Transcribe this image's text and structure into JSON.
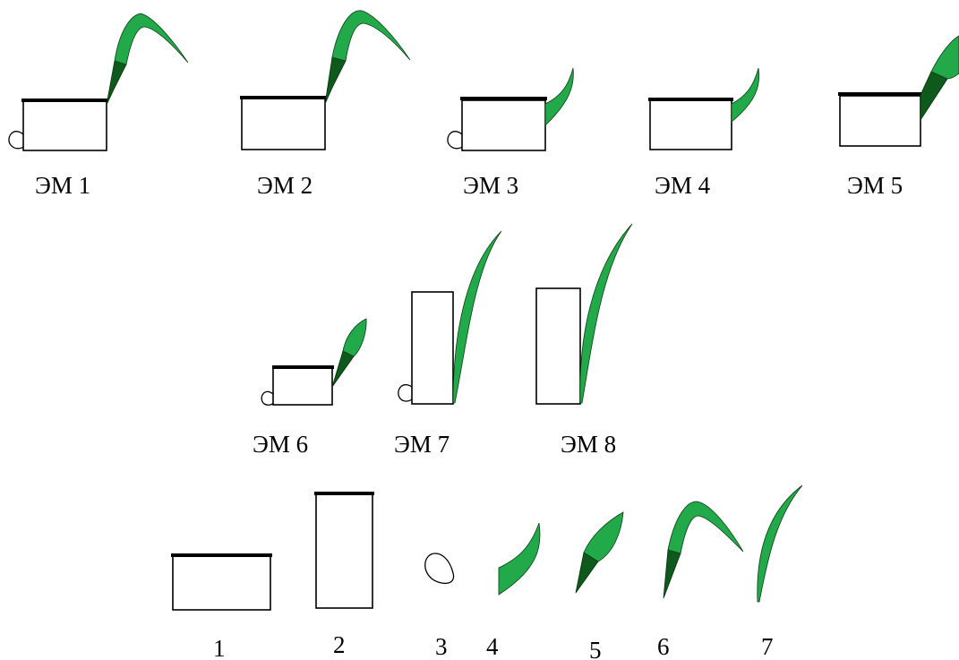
{
  "embryo_labels": [
    "ЭМ 1",
    "ЭМ 2",
    "ЭМ 3",
    "ЭМ 4",
    "ЭМ 5",
    "ЭМ 6",
    "ЭМ 7",
    "ЭМ 8"
  ],
  "component_labels": [
    "1",
    "2",
    "3",
    "4",
    "5",
    "6",
    "7"
  ],
  "colors": {
    "leaf": "#22a94a",
    "sheath": "#0e5a1c",
    "outline": "#000000",
    "background": "#ffffff"
  }
}
